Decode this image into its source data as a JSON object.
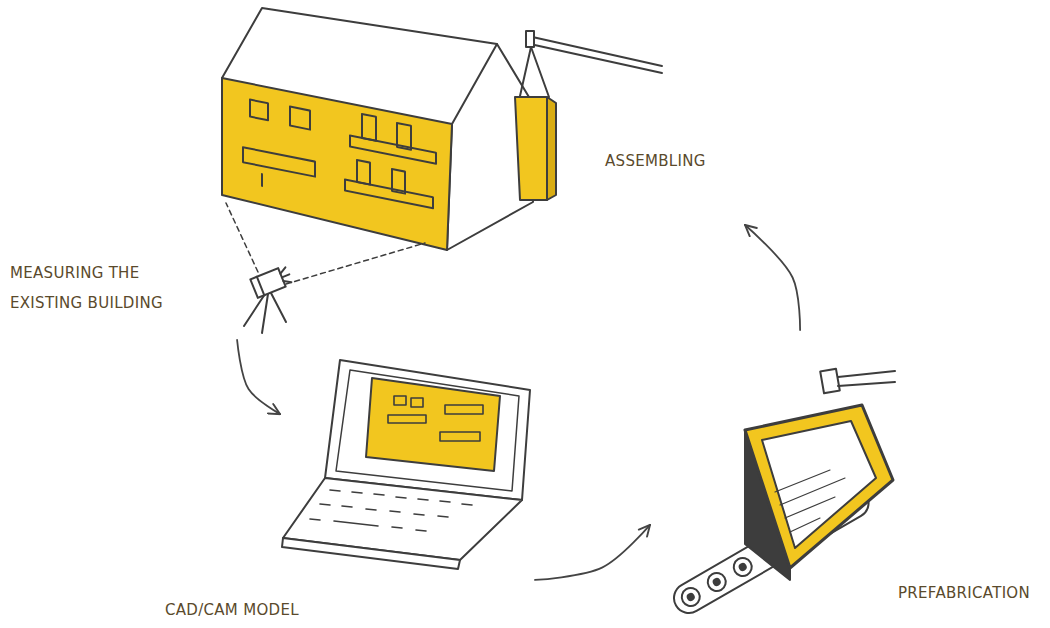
{
  "diagram": {
    "nodes": [
      {
        "text": [
          "ASSEMBLING"
        ]
      },
      {
        "text": [
          "MEASURING THE EXISTING BUILDING"
        ]
      },
      {
        "text": [
          "CAD/CAM MODEL"
        ]
      },
      {
        "text": [
          "PREFABRICATION"
        ]
      }
    ],
    "edges": [
      {
        "from": 1,
        "to": 2,
        "arrow": "to"
      },
      {
        "from": 2,
        "to": 3,
        "arrow": "to"
      },
      {
        "from": 3,
        "to": 0,
        "arrow": "to"
      }
    ]
  }
}
